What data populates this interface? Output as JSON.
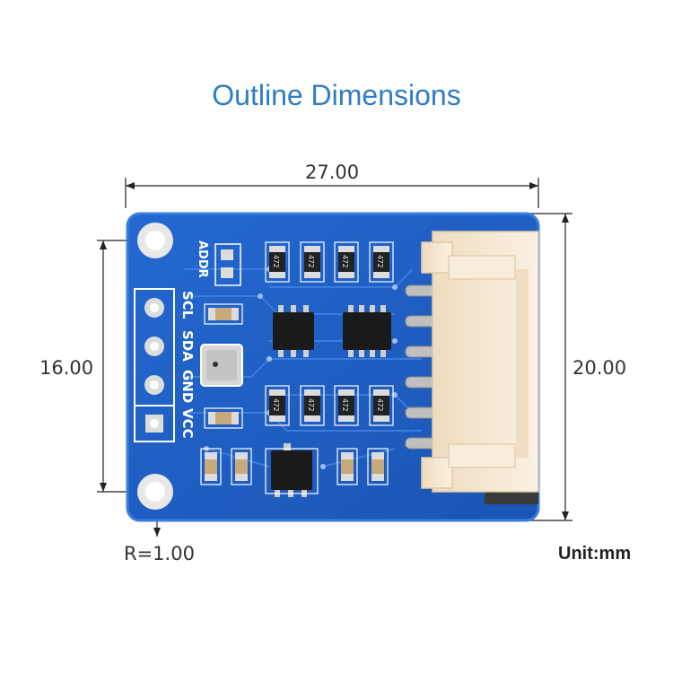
{
  "title": "Outline Dimensions",
  "dimensions": {
    "width": "27.00",
    "height": "20.00",
    "hole_spacing": "16.00",
    "corner_radius": "R=1.00"
  },
  "unit_label": "Unit:mm",
  "board": {
    "pin_labels": [
      "SCL",
      "SDA",
      "GND",
      "VCC"
    ],
    "addr_label": "ADDR",
    "resistor_marking": "472",
    "colors": {
      "pcb": "#1f5fc4",
      "pcb_edge": "#2a6fd6",
      "trace": "#3a7de0",
      "silkscreen": "#ffffff",
      "connector": "#f5e6cf",
      "gold": "#c9c9c9",
      "chip": "#1a1a1a"
    }
  }
}
